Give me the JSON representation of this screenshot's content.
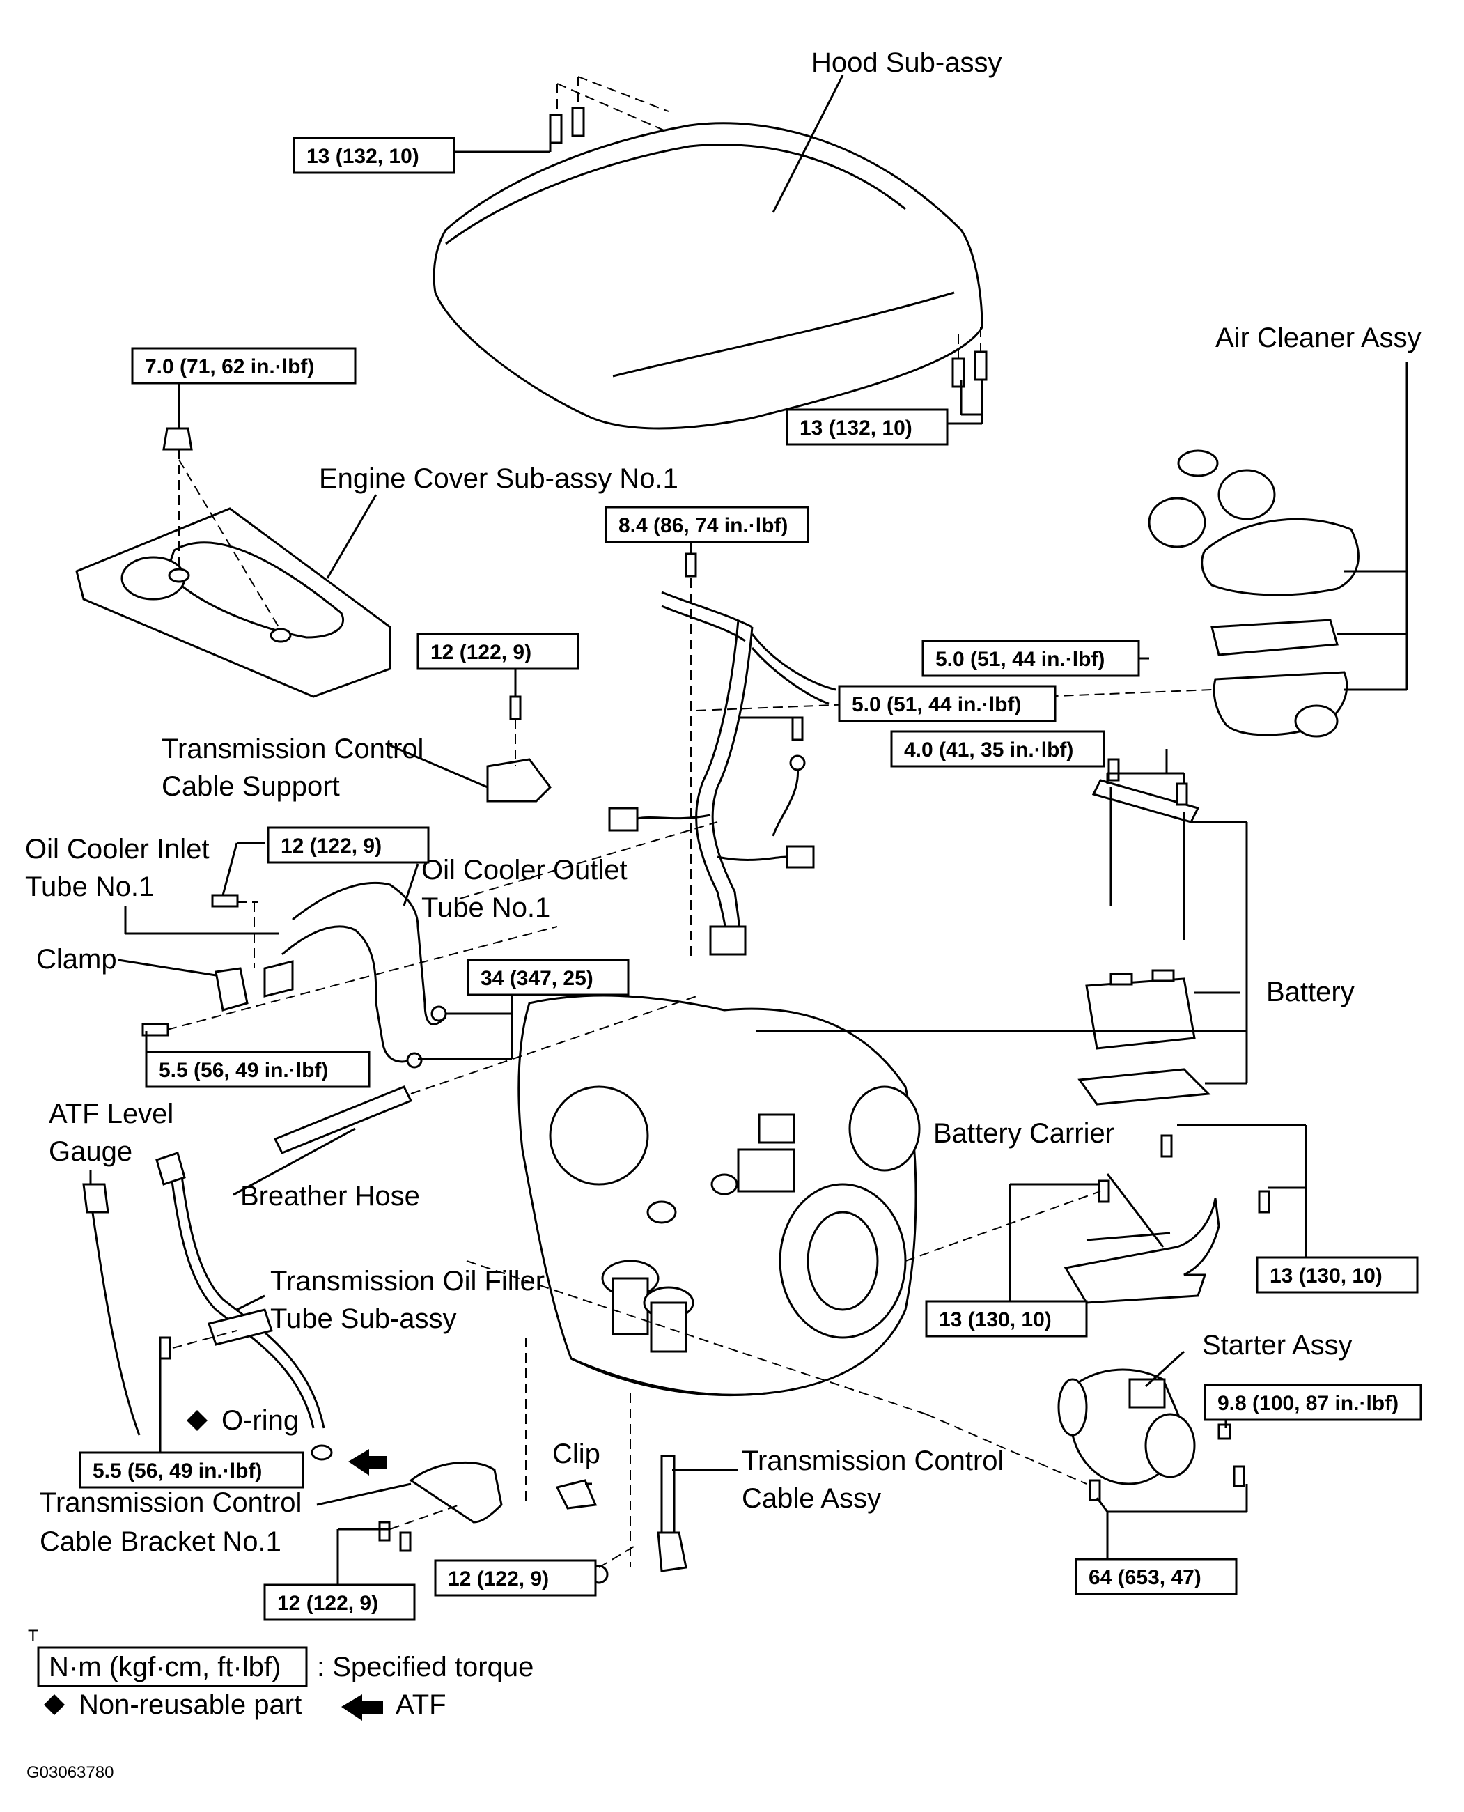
{
  "parts": {
    "hood": "Hood  Sub-assy",
    "air_cleaner": "Air Cleaner Assy",
    "engine_cover": "Engine Cover Sub-assy No.1",
    "tcc_support_1": "Transmission Control",
    "tcc_support_2": "Cable Support",
    "oil_inlet_1": "Oil Cooler Inlet",
    "oil_inlet_2": "Tube No.1",
    "oil_outlet_1": "Oil Cooler Outlet",
    "oil_outlet_2": "Tube No.1",
    "clamp": "Clamp",
    "battery": "Battery",
    "atf_gauge_1": "ATF Level",
    "atf_gauge_2": "Gauge",
    "breather_hose": "Breather Hose",
    "battery_carrier": "Battery Carrier",
    "filler_tube_1": "Transmission Oil Filler",
    "filler_tube_2": "Tube  Sub-assy",
    "starter": "Starter Assy",
    "o_ring": "O-ring",
    "clip": "Clip",
    "tcc_assy_1": "Transmission Control",
    "tcc_assy_2": "Cable Assy",
    "bracket_1": "Transmission Control",
    "bracket_2": "Cable Bracket No.1"
  },
  "torques": {
    "hood_top": "13 (132, 10)",
    "hood_bottom": "13 (132, 10)",
    "engine_cover": "7.0 (71, 62 in.·lbf)",
    "harness": "8.4 (86, 74 in.·lbf)",
    "air_cleaner": "5.0 (51, 44 in.·lbf)",
    "support": "12 (122, 9)",
    "ground": "5.0 (51, 44 in.·lbf)",
    "battery_clamp": "4.0 (41, 35 in.·lbf)",
    "inlet_bolt": "12 (122, 9)",
    "union": "34 (347, 25)",
    "clamp_bolt": "5.5 (56, 49 in.·lbf)",
    "carrier_right": "13 (130, 10)",
    "carrier_center": "13 (130, 10)",
    "starter_nut": "9.8 (100, 87 in.·lbf)",
    "filler_bolt": "5.5 (56, 49 in.·lbf)",
    "cable_nut": "12 (122, 9)",
    "starter_bolts": "64 (653, 47)",
    "bracket_bolts": "12 (122, 9)"
  },
  "legend": {
    "marker": "T",
    "unit_box": "N·m (kgf·cm, ft·lbf)",
    "unit_desc": ": Specified torque",
    "non_reusable": "Non-reusable part",
    "atf": "ATF"
  },
  "figure_code": "G03063780",
  "icons": {
    "diamond": "diamond-icon",
    "arrow": "atf-arrow-icon"
  }
}
